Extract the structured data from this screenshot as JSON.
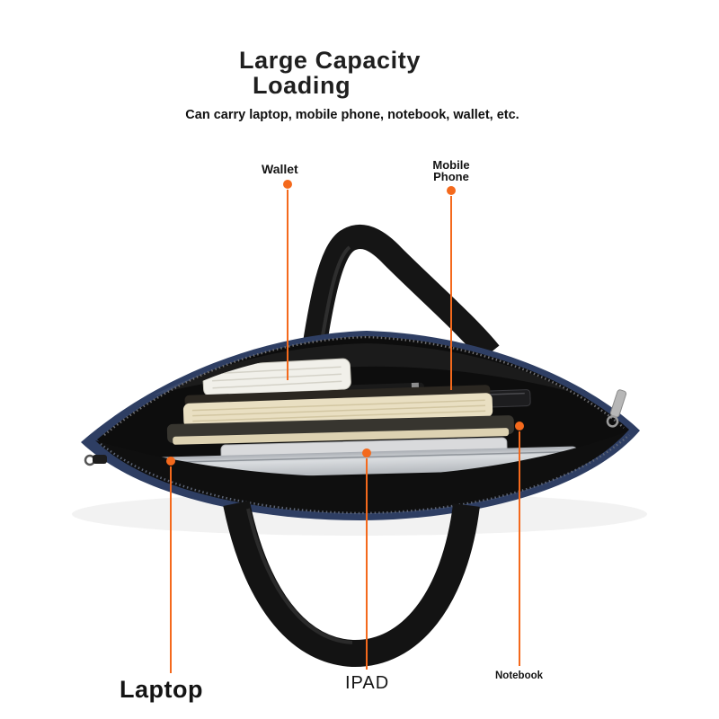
{
  "header": {
    "title_line1": "Large Capacity",
    "title_line2": "Loading",
    "subtitle": "Can carry laptop, mobile phone, notebook, wallet, etc."
  },
  "callouts": {
    "wallet": {
      "label": "Wallet"
    },
    "mobile_phone": {
      "label_line1": "Mobile",
      "label_line2": "Phone"
    },
    "laptop": {
      "label": "Laptop"
    },
    "ipad": {
      "label": "IPAD"
    },
    "notebook": {
      "label": "Notebook"
    }
  },
  "illustration": {
    "subject": "open laptop bag viewed from above containing wallet, pen, mobile phone, notebooks, ipad and laptop",
    "colors": {
      "accent_orange": "#f4691c",
      "bag_navy": "#2e3e63",
      "bag_interior_black": "#0d0d0d",
      "laptop_silver": "#c7cbd0",
      "notebook_cream": "#e9dfc2",
      "background": "#ffffff",
      "text": "#1a1a1a"
    }
  }
}
